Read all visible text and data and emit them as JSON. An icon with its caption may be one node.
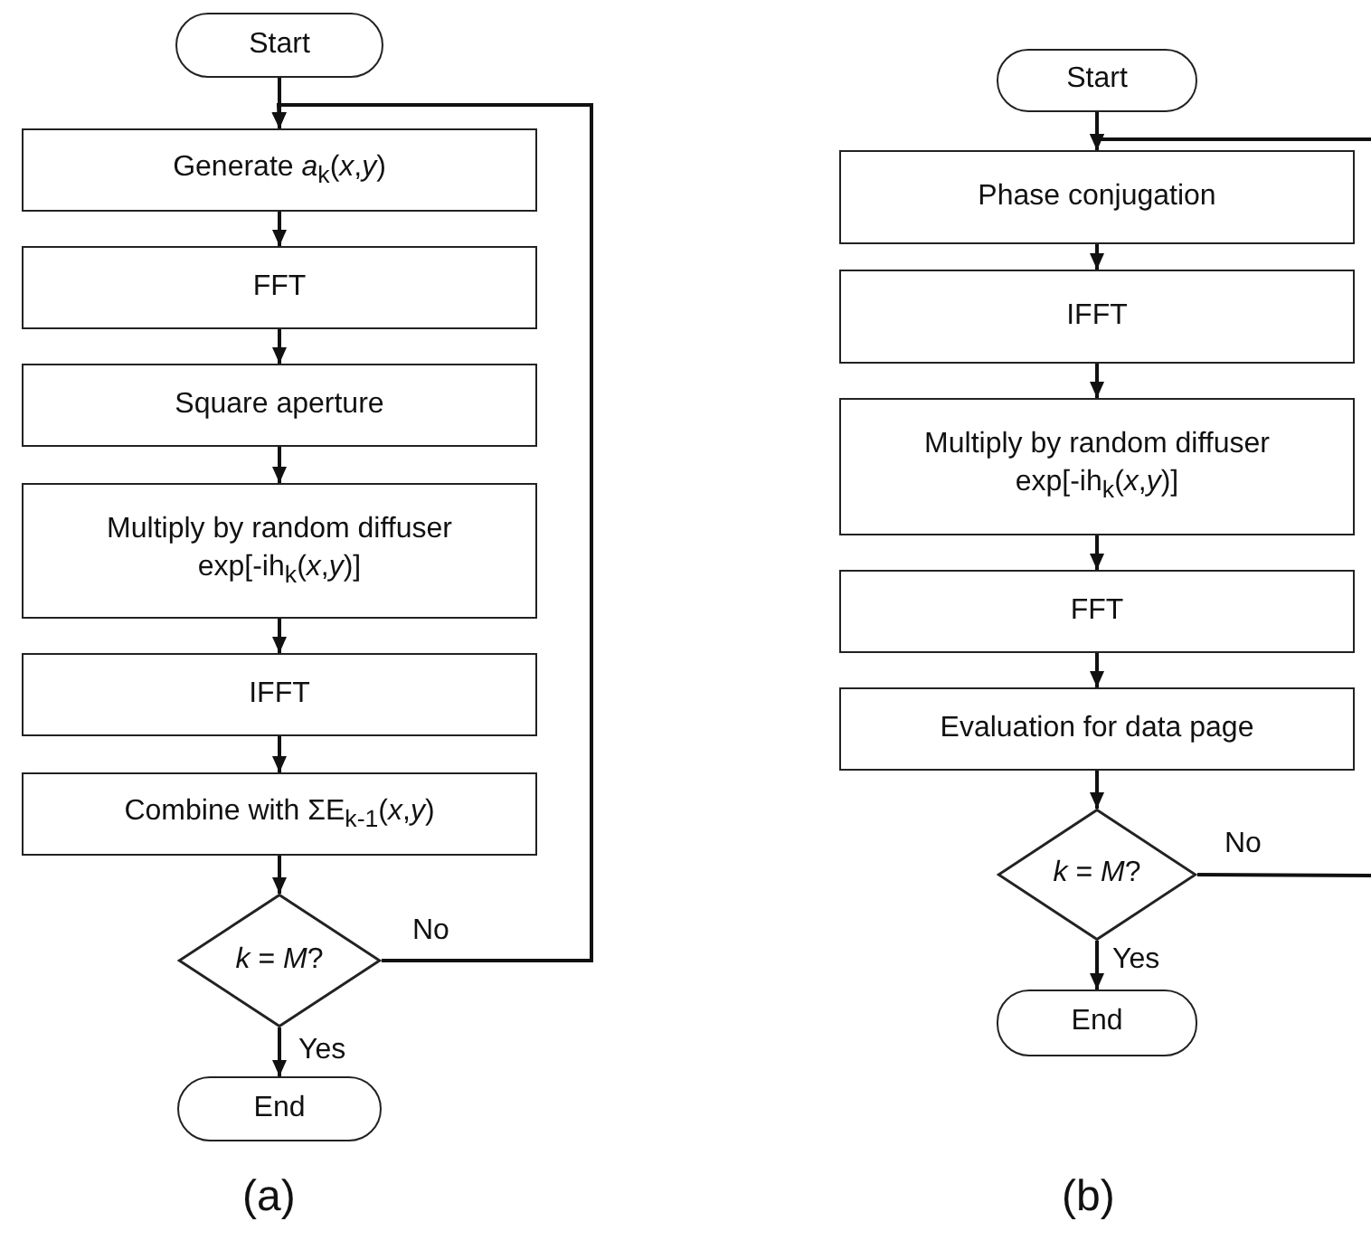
{
  "diagram": {
    "nodes": [
      {
        "text": [
          "Start"
        ]
      },
      {
        "text": [
          "Generate *a*$_{k}$(*x*,*y*)"
        ]
      },
      {
        "text": [
          "FFT"
        ]
      },
      {
        "text": [
          "Square aperture"
        ]
      },
      {
        "text": [
          "Multiply by random diffuser exp[-ih$_{k}$(*x*,*y*)]"
        ]
      },
      {
        "text": [
          "IFFT"
        ]
      },
      {
        "text": [
          "Combine with ΣE$_{k-1}$(*x*,*y*)"
        ]
      },
      {
        "text": [
          "*k* = *M*?"
        ]
      },
      {
        "text": [
          "End"
        ]
      },
      {
        "text": [
          "Start"
        ]
      },
      {
        "text": [
          "Phase conjugation"
        ]
      },
      {
        "text": [
          "IFFT"
        ]
      },
      {
        "text": [
          "Multiply by random diffuser exp[-ih$_{k}$(*x*,*y*)]"
        ]
      },
      {
        "text": [
          "FFT"
        ]
      },
      {
        "text": [
          "Evaluation for data page"
        ]
      },
      {
        "text": [
          "*k* = *M*?"
        ]
      },
      {
        "text": [
          "End"
        ]
      }
    ],
    "edges": [
      {
        "from": 0,
        "to": 1,
        "arrow": "to"
      },
      {
        "from": 1,
        "to": 2,
        "arrow": "to"
      },
      {
        "from": 2,
        "to": 3,
        "arrow": "to"
      },
      {
        "from": 3,
        "to": 4,
        "arrow": "to"
      },
      {
        "from": 4,
        "to": 5,
        "arrow": "to"
      },
      {
        "from": 5,
        "to": 6,
        "arrow": "to"
      },
      {
        "from": 6,
        "to": 7,
        "arrow": "to"
      },
      {
        "from": 7,
        "to": 8,
        "arrow": "to",
        "label": "Yes"
      },
      {
        "from": 7,
        "to": 1,
        "arrow": "to",
        "label": "No"
      },
      {
        "from": 9,
        "to": 10,
        "arrow": "to"
      },
      {
        "from": 10,
        "to": 11,
        "arrow": "to"
      },
      {
        "from": 11,
        "to": 12,
        "arrow": "to"
      },
      {
        "from": 12,
        "to": 13,
        "arrow": "to"
      },
      {
        "from": 13,
        "to": 14,
        "arrow": "to"
      },
      {
        "from": 14,
        "to": 15,
        "arrow": "to"
      },
      {
        "from": 15,
        "to": 16,
        "arrow": "to",
        "label": "Yes"
      },
      {
        "from": 15,
        "to": null,
        "arrow": "none",
        "label": "No"
      },
      {
        "from": null,
        "to": 10,
        "arrow": "to"
      }
    ],
    "labels": [
      "(a)",
      "(b)"
    ]
  }
}
